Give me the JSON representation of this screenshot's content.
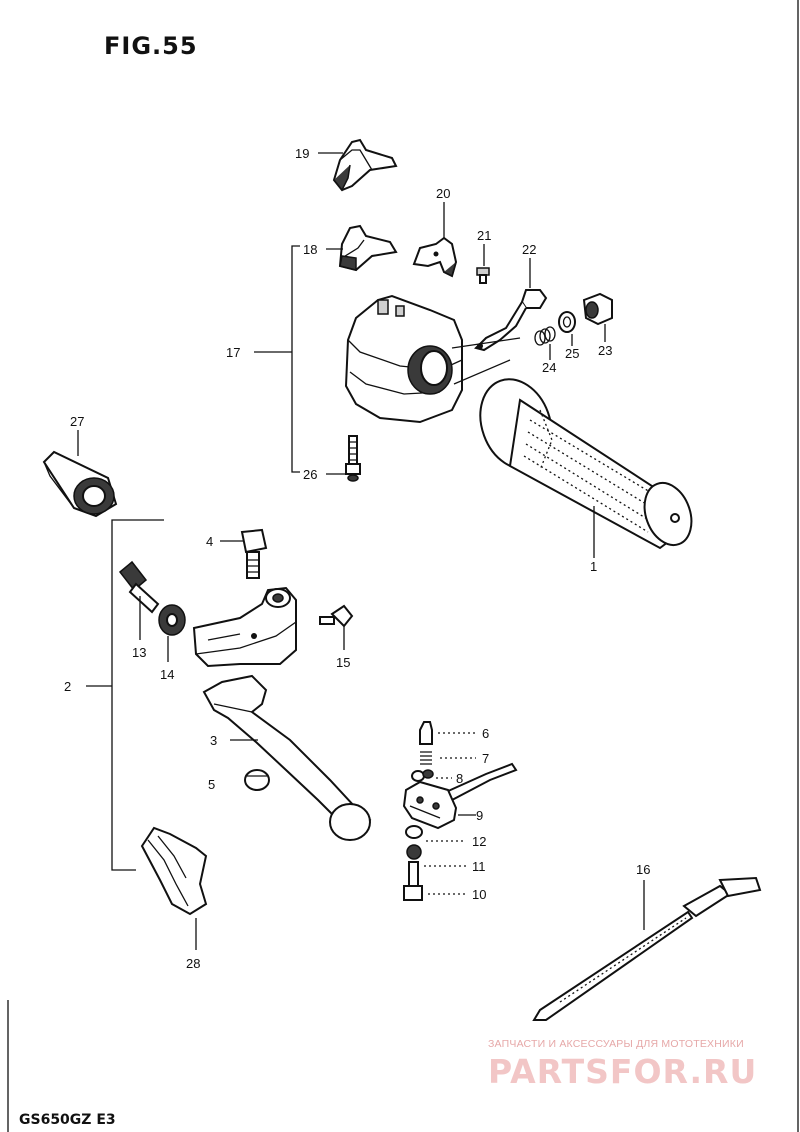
{
  "figure": {
    "title": "FIG.55"
  },
  "footer": {
    "model": "GS650GZ  E3"
  },
  "watermark": {
    "tagline": "ЗАПЧАСТИ И АКСЕССУАРЫ ДЛЯ МОТОТЕХНИКИ",
    "logo": "PARTSFOR.RU",
    "color": "#f2c6c6"
  },
  "callouts": {
    "p1": "1",
    "p2": "2",
    "p3": "3",
    "p4": "4",
    "p5": "5",
    "p6": "6",
    "p7": "7",
    "p8": "8",
    "p9": "9",
    "p10": "10",
    "p11": "11",
    "p12": "12",
    "p13": "13",
    "p14": "14",
    "p15": "15",
    "p16": "16",
    "p17": "17",
    "p18": "18",
    "p19": "19",
    "p20": "20",
    "p21": "21",
    "p22": "22",
    "p23": "23",
    "p24": "24",
    "p25": "25",
    "p26": "26",
    "p27": "27",
    "p28": "28"
  }
}
